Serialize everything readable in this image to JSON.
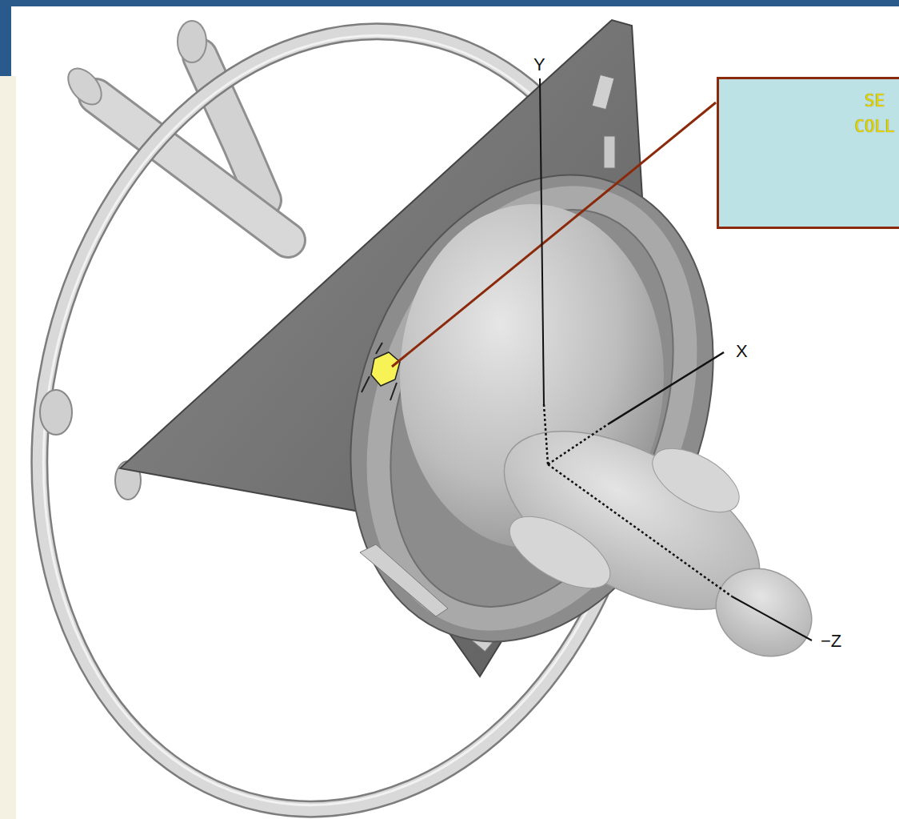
{
  "diagram": {
    "nodes": [
      {
        "text": [
          "SE COLL"
        ]
      }
    ],
    "labels": [
      "Y",
      "X",
      "−Z"
    ]
  }
}
